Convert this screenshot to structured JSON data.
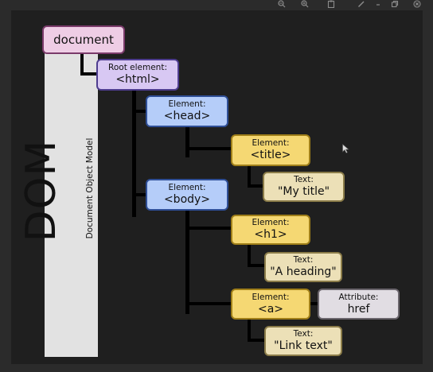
{
  "toolbar": {
    "icons": [
      "zoom-out-icon",
      "zoom-in-icon",
      "clipboard-icon",
      "pencil-icon",
      "minimize-icon",
      "restore-icon",
      "close-icon"
    ]
  },
  "side_panel": {
    "big_label": "DOM",
    "sub_label": "Document Object Model"
  },
  "nodes": {
    "document": {
      "label": "document"
    },
    "html": {
      "caption": "Root element:",
      "label": "<html>"
    },
    "head": {
      "caption": "Element:",
      "label": "<head>"
    },
    "title": {
      "caption": "Element:",
      "label": "<title>"
    },
    "title_text": {
      "caption": "Text:",
      "label": "\"My title\""
    },
    "body": {
      "caption": "Element:",
      "label": "<body>"
    },
    "h1": {
      "caption": "Element:",
      "label": "<h1>"
    },
    "h1_text": {
      "caption": "Text:",
      "label": "\"A heading\""
    },
    "a": {
      "caption": "Element:",
      "label": "<a>"
    },
    "a_attr": {
      "caption": "Attribute:",
      "label": "href"
    },
    "a_text": {
      "caption": "Text:",
      "label": "\"Link text\""
    }
  },
  "colors": {
    "document": "#eecde5",
    "root": "#d8c8f3",
    "element_blue": "#b5cdf9",
    "element_yellow": "#f5d873",
    "text": "#ece0b7",
    "attribute": "#e1dde3"
  }
}
